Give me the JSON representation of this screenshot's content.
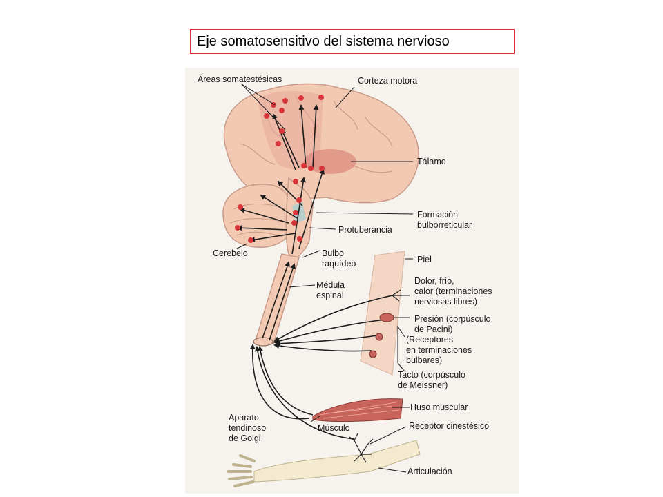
{
  "slide": {
    "title": "Eje somatosensitivo del sistema nervioso"
  },
  "figure": {
    "labels": {
      "areas": "Áreas somatestésicas",
      "corteza": "Corteza motora",
      "talamo": "Tálamo",
      "formacion_1": "Formación",
      "formacion_2": "bulborreticular",
      "protuberancia": "Protuberancia",
      "cerebelo": "Cerebelo",
      "bulbo_1": "Bulbo",
      "bulbo_2": "raquídeo",
      "piel": "Piel",
      "medula_1": "Médula",
      "medula_2": "espinal",
      "dolor_1": "Dolor, frío,",
      "dolor_2": "calor (terminaciones",
      "dolor_3": "nerviosas libres)",
      "presion_1": "Presión (corpúsculo",
      "presion_2": "de Pacini)",
      "presion_3": "(Receptores",
      "presion_4": "en terminaciones",
      "presion_5": "bulbares)",
      "tacto_1": "Tacto (corpúsculo",
      "tacto_2": "de Meissner)",
      "huso": "Huso muscular",
      "aparato_1": "Aparato",
      "aparato_2": "tendinoso",
      "aparato_3": "de Golgi",
      "musculo": "Músculo",
      "receptor": "Receptor cinestésico",
      "articulacion": "Articulación"
    },
    "colors": {
      "brain": "#f2c9b3",
      "cortex_highlight": "#e9a79a",
      "thalamus": "#dc8a7e",
      "node": "#d8363a",
      "nerve": "#1c1c1c",
      "muscle": "#c9645c"
    }
  }
}
